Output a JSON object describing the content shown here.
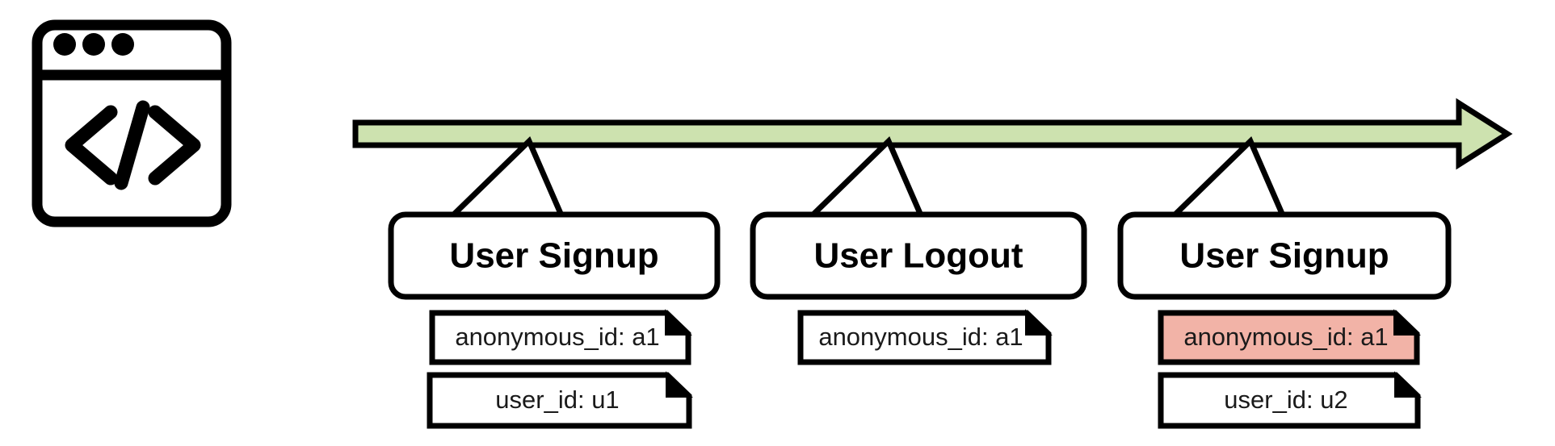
{
  "diagram": {
    "type": "event-timeline",
    "title": "",
    "source_icon": {
      "name": "code-browser-window-icon",
      "description": "browser window with code brackets",
      "glyph": "</>",
      "dots": 3,
      "color": "#000000"
    },
    "timeline": {
      "name": "time-arrow",
      "direction": "left-to-right",
      "fill_color": "#CDE2AF",
      "stroke_color": "#000000",
      "label": ""
    },
    "events": [
      {
        "id": "event-1",
        "label": "User Signup",
        "properties": [
          {
            "key": "anonymous_id",
            "value": "a1",
            "text": "anonymous_id: a1",
            "highlighted": false,
            "fill_color": "#FFFFFF"
          },
          {
            "key": "user_id",
            "value": "u1",
            "text": "user_id: u1",
            "highlighted": false,
            "fill_color": "#FFFFFF"
          }
        ]
      },
      {
        "id": "event-2",
        "label": "User Logout",
        "properties": [
          {
            "key": "anonymous_id",
            "value": "a1",
            "text": "anonymous_id: a1",
            "highlighted": false,
            "fill_color": "#FFFFFF"
          }
        ]
      },
      {
        "id": "event-3",
        "label": "User Signup",
        "properties": [
          {
            "key": "anonymous_id",
            "value": "a1",
            "text": "anonymous_id: a1",
            "highlighted": true,
            "fill_color": "#F2B3A7"
          },
          {
            "key": "user_id",
            "value": "u2",
            "text": "user_id: u2",
            "highlighted": false,
            "fill_color": "#FFFFFF"
          }
        ]
      }
    ],
    "colors": {
      "timeline_green": "#CDE2AF",
      "highlight_salmon": "#F2B3A7",
      "outline_black": "#000000",
      "background_white": "#FFFFFF"
    }
  }
}
